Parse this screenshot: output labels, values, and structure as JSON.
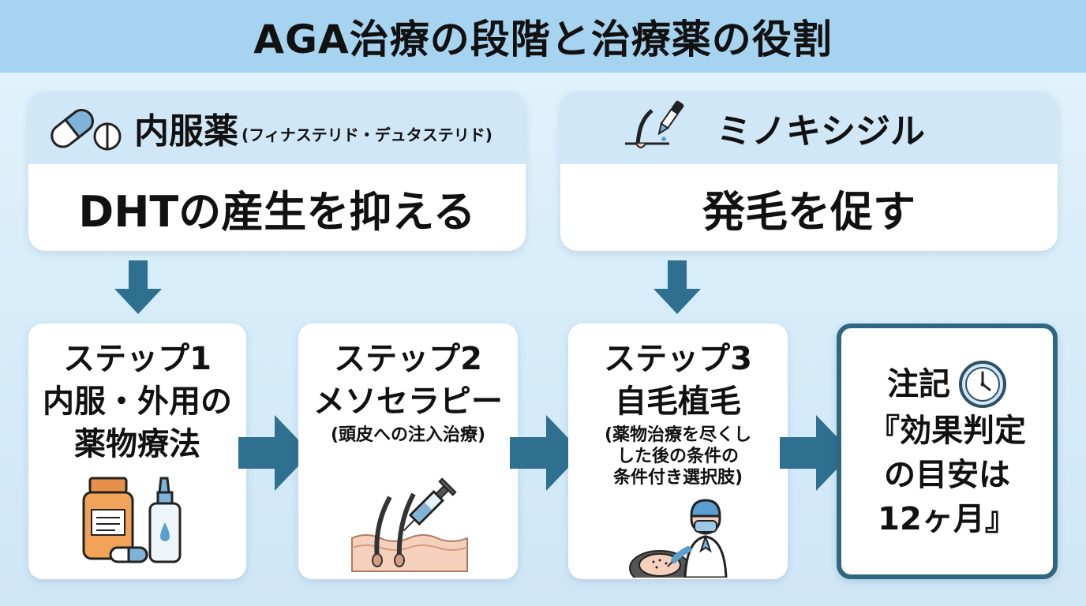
{
  "title": "AGA治療の段階と治療薬の役割",
  "colors": {
    "arrow": "#2f6f8f",
    "header_band": "#a6d3ef",
    "card_head": "#cfe7f6",
    "note_border": "#2f6680"
  },
  "cards": {
    "oral": {
      "icon": "pill-icon",
      "title": "内服薬",
      "subtitle": "(フィナステリド・デュタステリド)",
      "effect": "DHTの産生を抑える"
    },
    "minoxidil": {
      "icon": "hair-dropper-icon",
      "title": "ミノキシジル",
      "effect": "発毛を促す"
    }
  },
  "steps": [
    {
      "title": "ステップ1",
      "line1": "内服・外用の",
      "line2": "薬物療法",
      "icon": "medicine-bottles-icon"
    },
    {
      "title": "ステップ2",
      "line1": "メソセラピー",
      "note": "(頭皮への注入治療)",
      "icon": "syringe-scalp-icon"
    },
    {
      "title": "ステップ3",
      "line1": "自毛植毛",
      "note1": "(薬物治療を尽くし",
      "note2": "した後の条件の",
      "note3": "条件付き選択肢)",
      "icon": "doctor-transplant-icon"
    }
  ],
  "note": {
    "title": "注記",
    "icon": "clock-icon",
    "line1": "『効果判定",
    "line2": "の目安は",
    "line3": "12ヶ月』"
  }
}
